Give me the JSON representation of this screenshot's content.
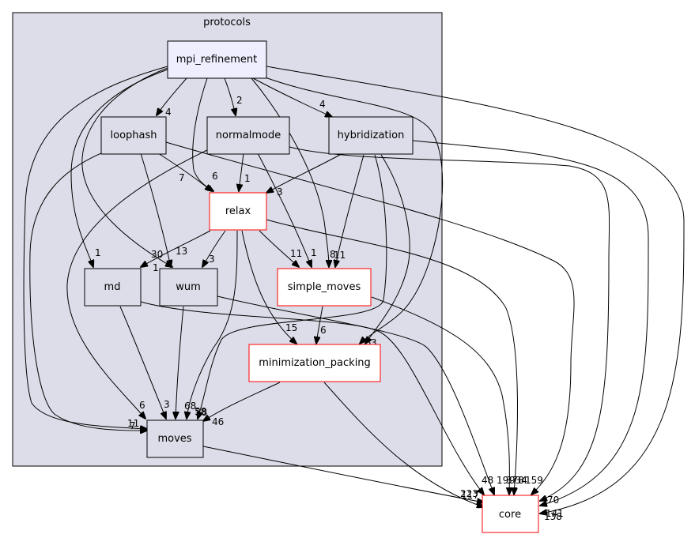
{
  "cluster": {
    "label": "protocols",
    "fill": "#dddde9",
    "stroke": "#000000"
  },
  "nodes": {
    "mpi_refinement": {
      "label": "mpi_refinement",
      "fill": "#eeeeff",
      "stroke": "#000000"
    },
    "loophash": {
      "label": "loophash",
      "fill": "#dddde9",
      "stroke": "#000000"
    },
    "normalmode": {
      "label": "normalmode",
      "fill": "#dddde9",
      "stroke": "#000000"
    },
    "hybridization": {
      "label": "hybridization",
      "fill": "#dddde9",
      "stroke": "#000000"
    },
    "relax": {
      "label": "relax",
      "fill": "#ffffff",
      "stroke": "#ff0000"
    },
    "md": {
      "label": "md",
      "fill": "#dddde9",
      "stroke": "#000000"
    },
    "wum": {
      "label": "wum",
      "fill": "#dddde9",
      "stroke": "#000000"
    },
    "simple_moves": {
      "label": "simple_moves",
      "fill": "#ffffff",
      "stroke": "#ff0000"
    },
    "minimization_packing": {
      "label": "minimization_packing",
      "fill": "#ffffff",
      "stroke": "#ff0000"
    },
    "moves": {
      "label": "moves",
      "fill": "#dddde9",
      "stroke": "#000000"
    },
    "core": {
      "label": "core",
      "fill": "#ffffff",
      "stroke": "#ff0000"
    }
  },
  "edge_labels": {
    "mpi_loophash": "4",
    "mpi_normalmode": "2",
    "mpi_hybridization": "4",
    "mpi_md": "1",
    "mpi_wum": "30",
    "mpi_moves": "11",
    "mpi_core": "141",
    "mpi_relax": "6",
    "mpi_simple": "8",
    "mpi_minpack": "3",
    "loophash_relax": "7",
    "loophash_wum": "13",
    "loophash_moves": "7",
    "loophash_core": "159",
    "normalmode_relax": "1",
    "normalmode_simple": "1",
    "normalmode_moves": "6",
    "normalmode_core": "70",
    "hybridization_relax": "3",
    "hybridization_simple": "11",
    "hybridization_moves": "68",
    "hybridization_minpack": "5",
    "hybridization_core": "138",
    "relax_md": "1",
    "relax_wum": "3",
    "relax_simple": "11",
    "relax_minpack": "15",
    "relax_moves": "58",
    "relax_core": "378",
    "md_moves": "3",
    "md_core": "48",
    "wum_moves": "38",
    "wum_core": "19",
    "simple_minpack": "6",
    "simple_core": "934",
    "minpack_moves": "46",
    "minpack_core": "117",
    "moves_core": "223"
  }
}
